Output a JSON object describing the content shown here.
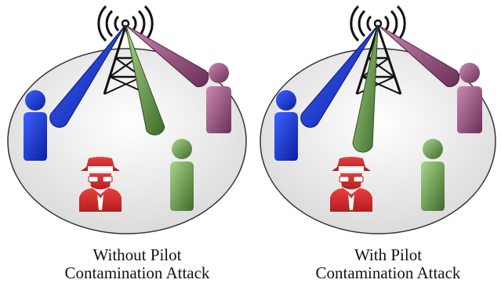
{
  "panels": [
    {
      "caption_line1": "Without Pilot",
      "caption_line2": "Contamination Attack"
    },
    {
      "caption_line1": "With Pilot",
      "caption_line2": "Contamination Attack"
    }
  ],
  "colors": {
    "background": "#ffffff",
    "cell_fill": "#e9e9e9",
    "cell_stroke": "#333333",
    "tower": "#111111",
    "user_blue": "#1a3fd0",
    "user_green": "#5e8f45",
    "user_purple": "#8c4f78",
    "attacker_red": "#d02828",
    "beam_blue": "#1c2fb8",
    "beam_green": "#5f8a3e",
    "beam_purple": "#8a4a72"
  },
  "icons": [
    "antenna-tower-icon",
    "user-icon",
    "spy-attacker-icon"
  ]
}
